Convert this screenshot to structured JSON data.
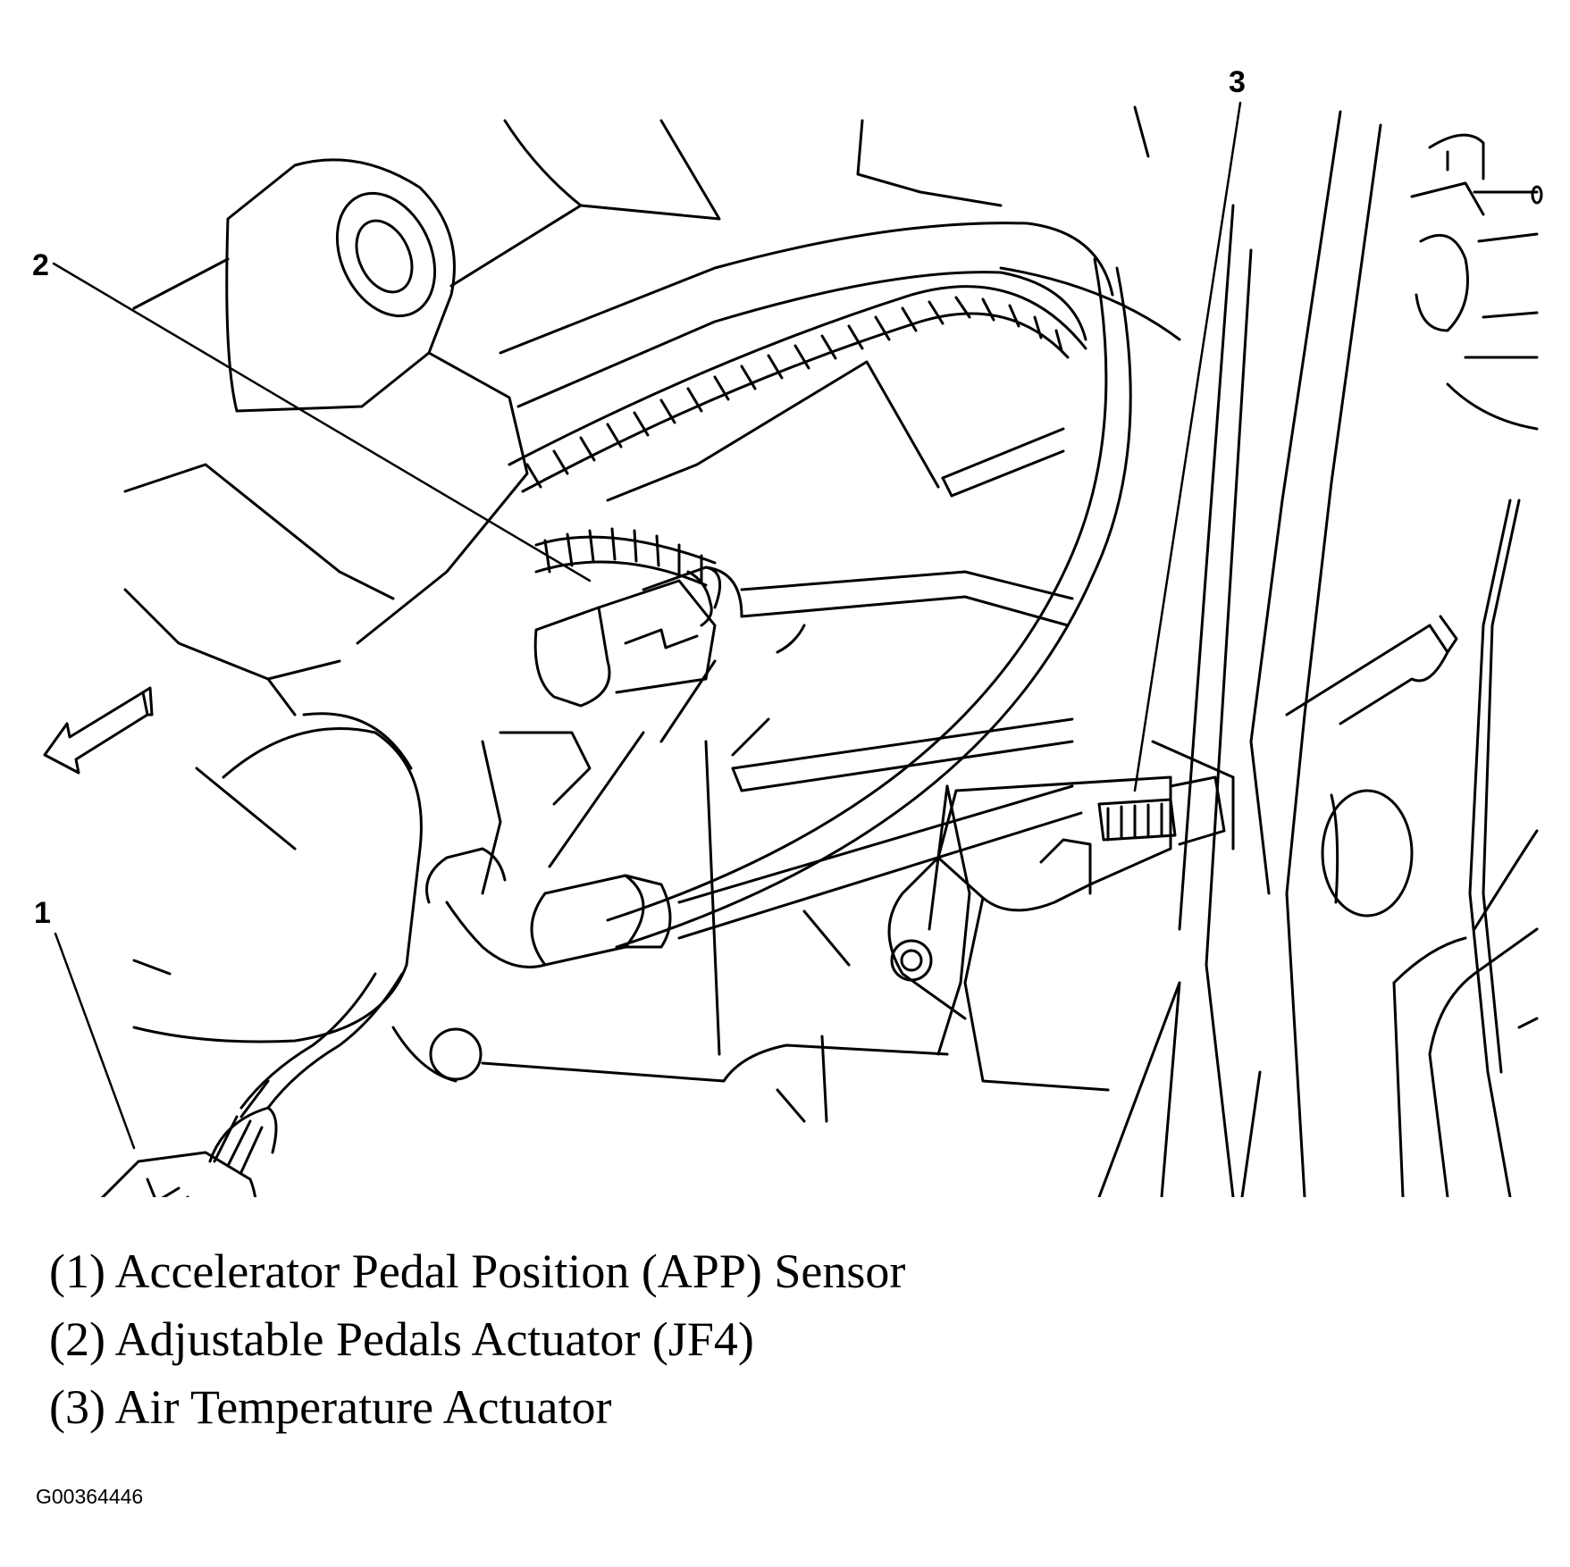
{
  "callouts": [
    {
      "number": "1",
      "label": "(1) Accelerator Pedal Position (APP) Sensor"
    },
    {
      "number": "2",
      "label": "(2) Adjustable Pedals Actuator (JF4)"
    },
    {
      "number": "3",
      "label": "(3) Air Temperature Actuator"
    }
  ],
  "figure_id": "G00364446",
  "colors": {
    "line": "#000000",
    "background": "#ffffff"
  }
}
